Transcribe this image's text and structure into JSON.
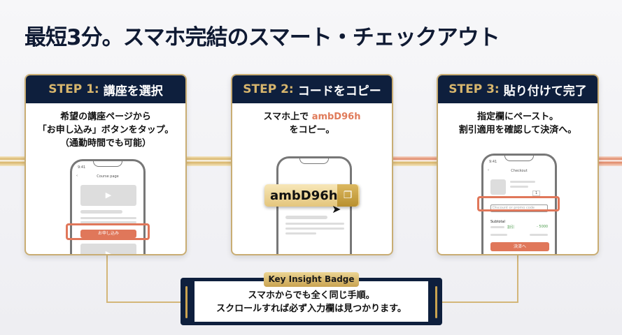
{
  "title": "最短3分。スマホ完結のスマート・チェックアウト",
  "steps": [
    {
      "step": "STEP 1:",
      "heading": "講座を選択",
      "desc": [
        "希望の講座ページから",
        "「お申し込み」ボタンをタップ。",
        "（通勤時間でも可能）"
      ],
      "phone": {
        "time": "9:41",
        "title": "Course page",
        "button": "お申し込み"
      }
    },
    {
      "step": "STEP 2:",
      "heading": "コードをコピー",
      "desc_prefix": "スマホ上で ",
      "code": "ambD96h",
      "desc_line2": "をコピー。"
    },
    {
      "step": "STEP 3:",
      "heading": "貼り付けて完了",
      "desc": [
        "指定欄にペースト。",
        "割引適用を確認して決済へ。"
      ],
      "phone": {
        "time": "9:41",
        "title": "Checkout",
        "qty": "1",
        "input_placeholder": "Discount or promo code",
        "subtotal": "Subtotal",
        "discount_label": "割引",
        "discount_value": "- 5000",
        "button": "決済へ"
      }
    }
  ],
  "badge": {
    "label": "Key Insight Badge",
    "lines": [
      "スマホからでも全く同じ手順。",
      "スクロールすれば必ず入力欄は見つかります。"
    ]
  },
  "colors": {
    "navy": "#0e1f3d",
    "gold": "#d8b66d",
    "accent": "#e07b5a"
  }
}
